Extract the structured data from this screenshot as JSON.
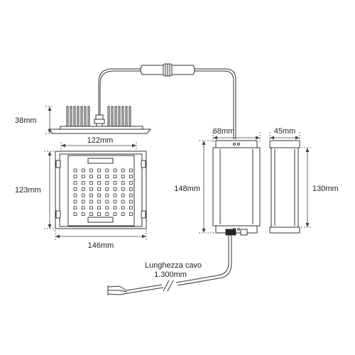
{
  "labels": {
    "heatsink_height": "38mm",
    "heatsink_width": "122mm",
    "panel_height": "123mm",
    "panel_width": "146mm",
    "driver_width": "68mm",
    "driver_height": "148mm",
    "driver_depth": "45mm",
    "driver_side_height": "130mm",
    "cable_label": "Lunghezza cavo",
    "cable_length": "1.300mm"
  },
  "led_grid": {
    "rows": 8,
    "cols": 8
  },
  "colors": {
    "line": "#333333",
    "dim": "#444444",
    "background": "#ffffff"
  }
}
